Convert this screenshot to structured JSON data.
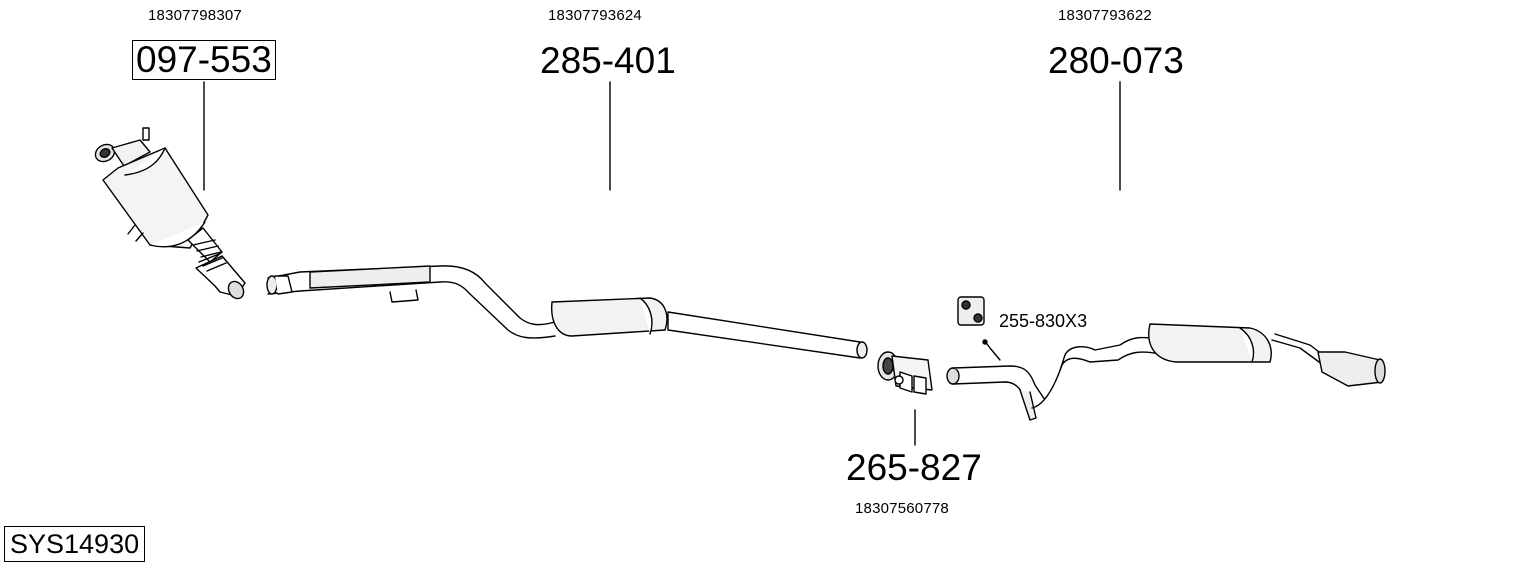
{
  "parts": [
    {
      "id": "p1",
      "oem": "18307798307",
      "number": "097-553",
      "boxed": true
    },
    {
      "id": "p2",
      "oem": "18307793624",
      "number": "285-401",
      "boxed": false
    },
    {
      "id": "p3",
      "oem": "18307793622",
      "number": "280-073",
      "boxed": false
    },
    {
      "id": "p4",
      "oem": "18307560778",
      "number": "265-827",
      "boxed": false
    }
  ],
  "mount_label": "255-830X3",
  "system_id": "SYS14930"
}
